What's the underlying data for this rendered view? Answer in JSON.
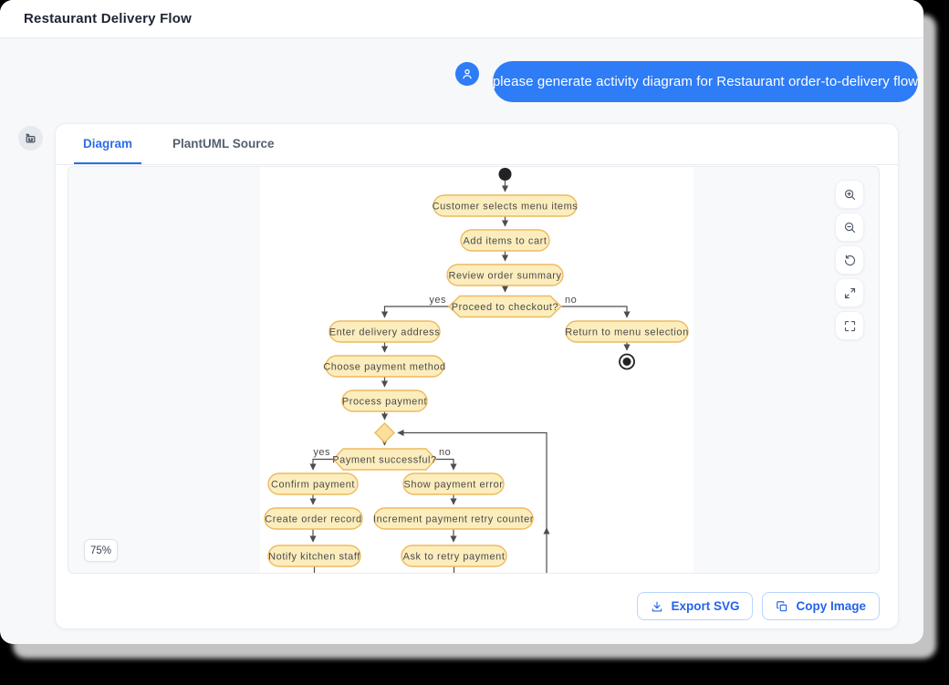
{
  "window": {
    "title": "Restaurant Delivery Flow"
  },
  "chat": {
    "user_message": "please generate activity diagram for Restaurant order-to-delivery flow"
  },
  "panel": {
    "tabs": {
      "diagram": "Diagram",
      "plantuml": "PlantUML Source"
    },
    "zoom_badge": "75%",
    "buttons": {
      "export_svg": "Export SVG",
      "copy_image": "Copy Image"
    }
  },
  "icons": {
    "user": "user-icon",
    "robot": "robot-icon",
    "zoom_in": "zoom-in-icon",
    "zoom_out": "zoom-out-icon",
    "reset": "reset-view-icon",
    "expand": "expand-arrows-icon",
    "fullscreen": "fullscreen-icon",
    "download": "download-icon",
    "copy": "copy-icon"
  },
  "colors": {
    "accent_blue": "#2e7cf6",
    "tab_active": "#2b6fe8",
    "action_text": "#2563eb",
    "node_fill": "#fcedbd",
    "node_border": "#eeba5e",
    "diamond_fill": "#f9e09b",
    "edge": "#4d4d4d",
    "viewer_bg": "#f7f9fb",
    "window_bg": "#f7f8fa"
  },
  "diagram": {
    "type": "activity",
    "nodes": {
      "start": "initial-state",
      "n1": "Customer selects menu items",
      "n2": "Add items to cart",
      "n3": "Review order summary",
      "d1": "Proceed to checkout?",
      "n4": "Enter delivery address",
      "n5": "Return to menu selection",
      "end": "final-state",
      "n6": "Choose payment method",
      "n7": "Process payment",
      "d2": "Payment successful?",
      "n8": "Confirm payment",
      "n9": "Show payment error",
      "n10": "Create order record",
      "n11": "Increment payment retry counter",
      "n12": "Notify kitchen staff",
      "n13": "Ask to retry payment"
    },
    "edge_labels": {
      "d1_yes": "yes",
      "d1_no": "no",
      "d2_yes": "yes",
      "d2_no": "no"
    }
  }
}
